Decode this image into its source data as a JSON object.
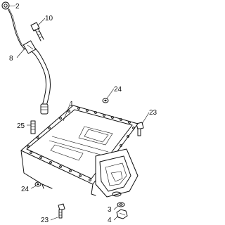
{
  "callouts": {
    "c2": "2",
    "c10": "10",
    "c8": "8",
    "c1": "1",
    "c24_top": "24",
    "c23_right": "23",
    "c25": "25",
    "c24_bottom": "24",
    "c3": "3",
    "c4": "4",
    "c23_bottom": "23"
  },
  "colors": {
    "line": "#111111",
    "background": "#ffffff"
  }
}
